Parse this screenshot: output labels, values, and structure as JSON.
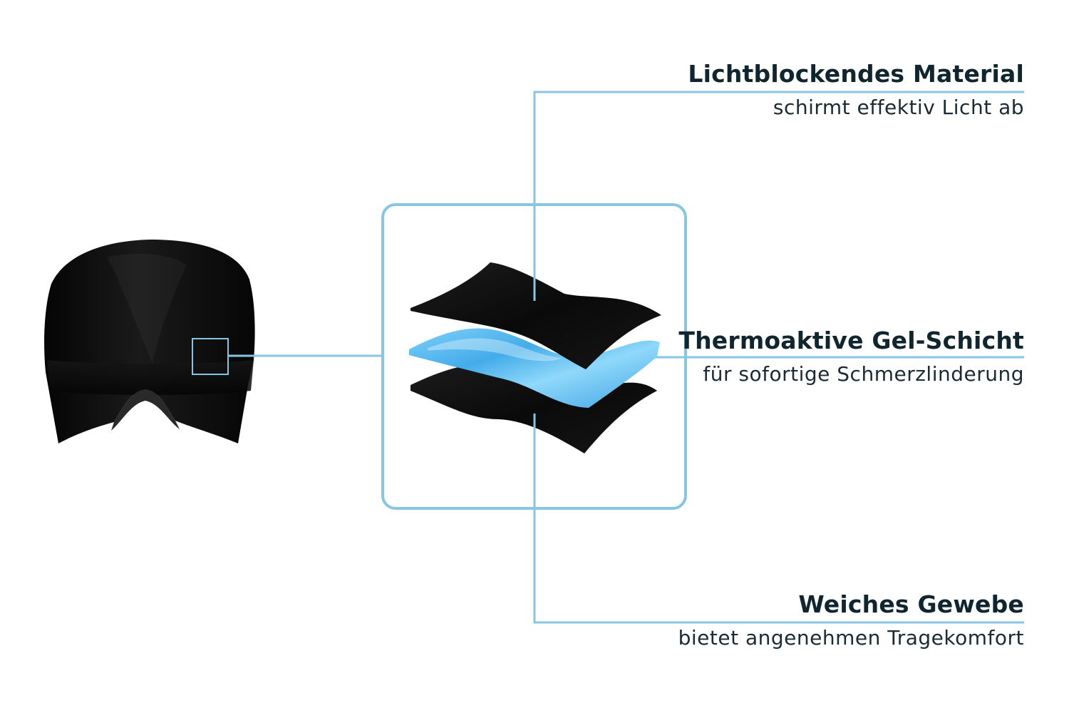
{
  "colors": {
    "accent_line": "#86c5e3",
    "fabric_black": "#0a0a0a",
    "gel_blue": "#5ab9ef",
    "title_text": "#10252e",
    "sub_text": "#1b2b33"
  },
  "labels": {
    "light_blocking": {
      "title": "Lichtblockendes Material",
      "subtitle": "schirmt effektiv Licht ab"
    },
    "gel_layer": {
      "title": "Thermoaktive Gel-Schicht",
      "subtitle": "für sofortige Schmerzlinderung"
    },
    "soft_fabric": {
      "title": "Weiches Gewebe",
      "subtitle": "bietet angenehmen Tragekomfort"
    }
  },
  "icons": {
    "product": "eye-mask-icon",
    "layers": "layer-stack-icon"
  }
}
